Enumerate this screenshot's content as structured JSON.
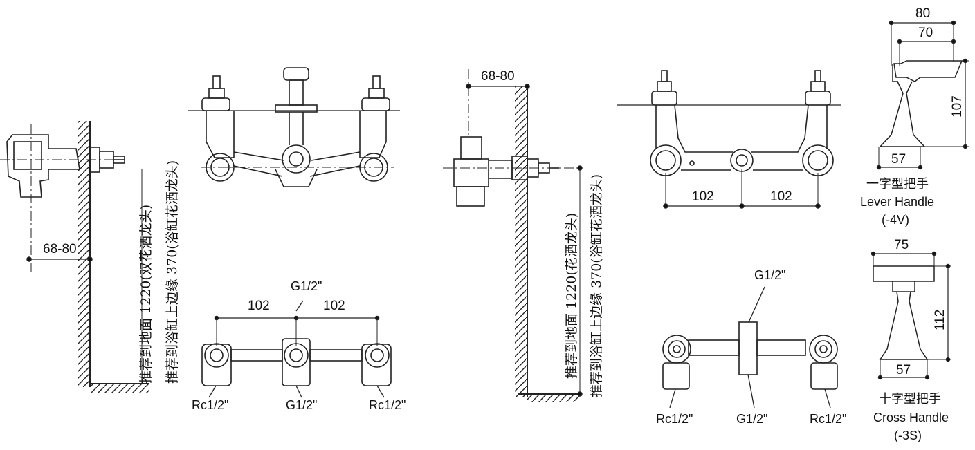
{
  "left_view": {
    "wall_depth": "68-80",
    "height_note_1": "推荐到地面 1220(双花洒龙头)",
    "height_note_2": "推荐到浴缸上边缘 370(浴缸花洒龙头)"
  },
  "left_bottom_view": {
    "spacing_left": "102",
    "spacing_right": "102",
    "top_port": "G1/2\"",
    "left_port": "Rc1/2\"",
    "center_port": "G1/2\"",
    "right_port": "Rc1/2\""
  },
  "middle_view": {
    "wall_depth": "68-80",
    "height_note_1": "推荐到地面 1220(花洒龙头)",
    "height_note_2": "推荐到浴缸上边缘 370(浴缸花洒龙头)"
  },
  "right_front_view": {
    "spacing_left": "102",
    "spacing_right": "102"
  },
  "right_bottom_view": {
    "top_port": "G1/2\"",
    "left_port": "Rc1/2\"",
    "center_port": "G1/2\"",
    "right_port": "Rc1/2\""
  },
  "lever_handle": {
    "width_total": "80",
    "width_inner": "70",
    "height": "107",
    "base_width": "57",
    "name_cn": "一字型把手",
    "name_en": "Lever Handle",
    "code": "(-4V)"
  },
  "cross_handle": {
    "width_total": "75",
    "height": "112",
    "base_width": "57",
    "name_cn": "十字型把手",
    "name_en": "Cross Handle",
    "code": "(-3S)"
  }
}
